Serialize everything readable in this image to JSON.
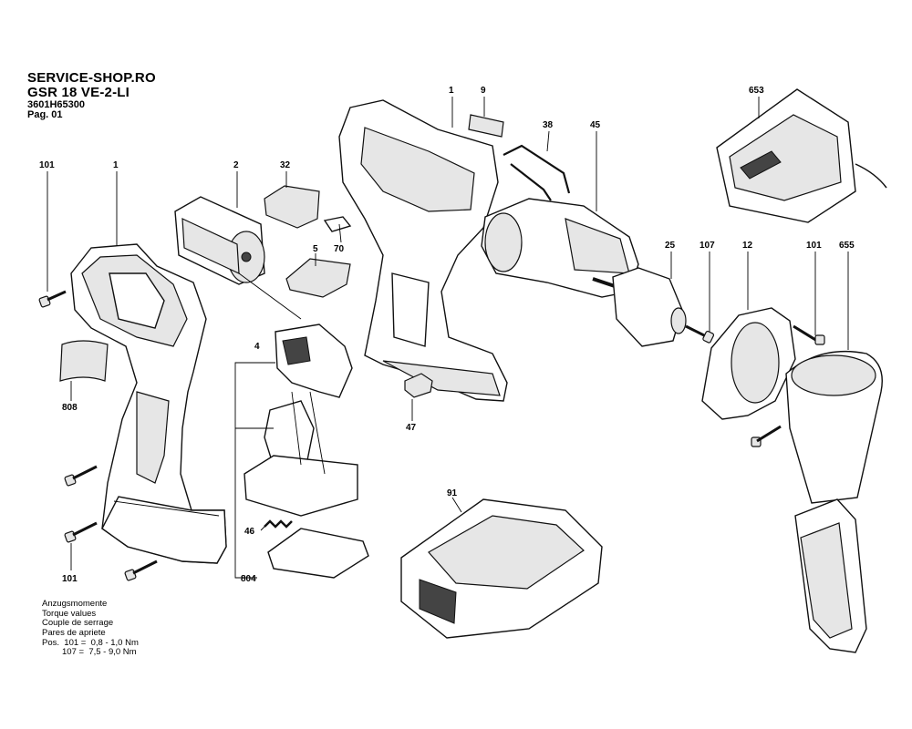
{
  "header": {
    "shop": "SERVICE-SHOP.RO",
    "model": "GSR 18 VE-2-LI",
    "part_number": "3601H65300",
    "page": "Pag. 01"
  },
  "torque": {
    "lines": [
      "Anzugsmomente",
      "Torque values",
      "Couple de serrage",
      "Pares de apriete"
    ],
    "pos_prefix": "Pos.",
    "values": [
      "101 =  0,8 - 1,0 Nm",
      "107 =  7,5 - 9,0 Nm"
    ]
  },
  "labels": {
    "p101a": "101",
    "p1a": "1",
    "p2": "2",
    "p32": "32",
    "p70": "70",
    "p5": "5",
    "p1b": "1",
    "p9": "9",
    "p38": "38",
    "p45": "45",
    "p653": "653",
    "p25": "25",
    "p107": "107",
    "p12": "12",
    "p101b": "101",
    "p655": "655",
    "p808": "808",
    "p4": "4",
    "p47": "47",
    "p46": "46",
    "p804": "804",
    "p91": "91",
    "p101c": "101"
  }
}
